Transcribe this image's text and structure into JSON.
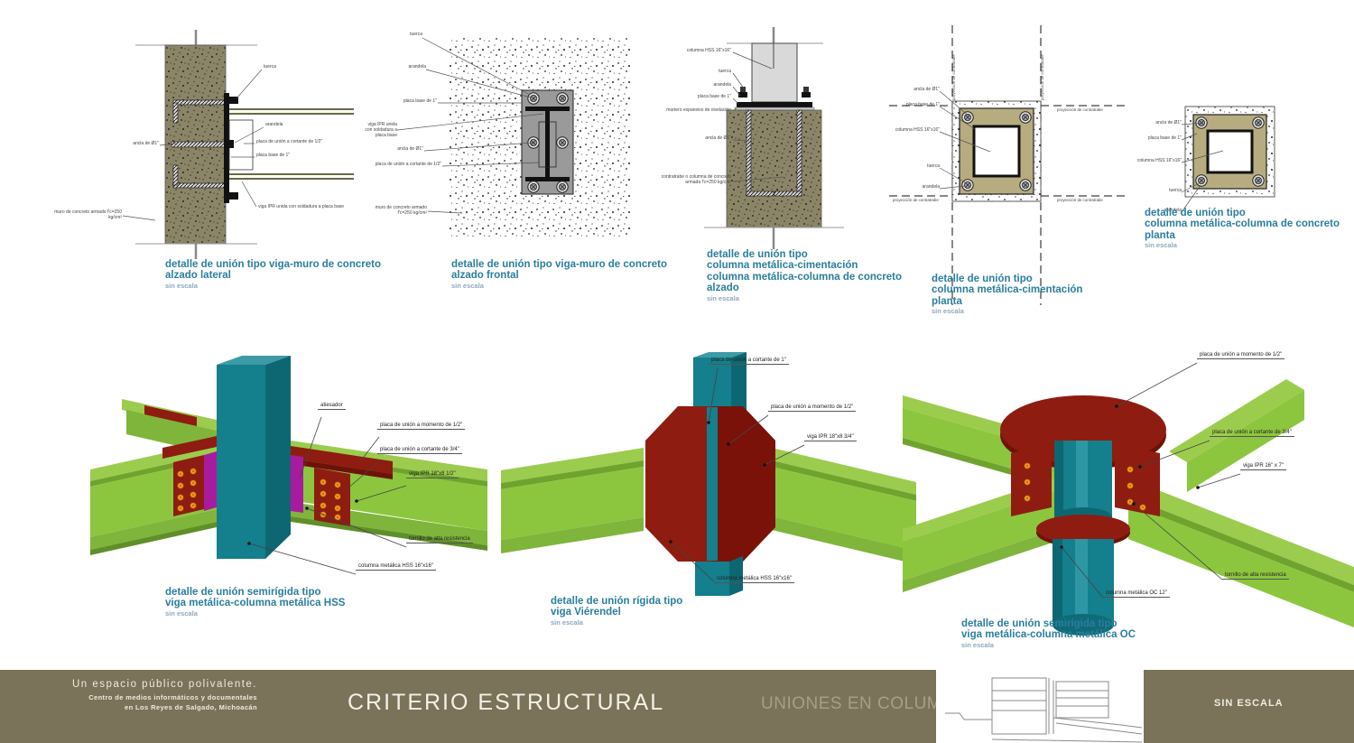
{
  "sheet": {
    "titles": {
      "d1": {
        "lines": [
          "detalle de unión tipo viga-muro de concreto",
          "alzado lateral"
        ],
        "scale": "sin escala"
      },
      "d2": {
        "lines": [
          "detalle de unión tipo viga-muro de concreto",
          "alzado frontal"
        ],
        "scale": "sin escala"
      },
      "d3": {
        "lines": [
          "detalle de unión tipo",
          "columna metálica-cimentación",
          "columna metálica-columna de concreto",
          "alzado"
        ],
        "scale": "sin escala"
      },
      "d4": {
        "lines": [
          "detalle de unión tipo",
          "columna metálica-cimentación",
          "planta"
        ],
        "scale": "sin escala"
      },
      "d5": {
        "lines": [
          "detalle de unión tipo",
          "columna metálica-columna de concreto",
          "planta"
        ],
        "scale": "sin escala"
      },
      "d6": {
        "lines": [
          "detalle de unión semirígida tipo",
          "viga metálica-columna metálica HSS"
        ],
        "scale": "sin escala"
      },
      "d7": {
        "lines": [
          "detalle de unión rígida tipo",
          "viga Viérendel"
        ],
        "scale": "sin escala"
      },
      "d8": {
        "lines": [
          "detalle de unión semirígida tipo",
          "viga metálica-columna metálica OC"
        ],
        "scale": "sin escala"
      }
    },
    "labels": {
      "d1": [
        "tuerca",
        "arandela",
        "placa de unión a cortante de 1/2\"",
        "placa base de 1\"",
        "ancla de Ø1\"",
        "viga IPR unida con soldadura a placa base",
        "muro de concreto armado f'c=250 kg/cm²"
      ],
      "d2": [
        "tuerca",
        "arandela",
        "placa base de 1\"",
        "viga IPR unida con soldadura a placa base",
        "ancla de Ø1\"",
        "placa de unión a cortante de 1/2\"",
        "muro de concreto armado f'c=250 kg/cm²"
      ],
      "d3": [
        "columna HSS 16\"x16\"",
        "tuerca",
        "arandela",
        "placa base de 1\"",
        "mortero expansivo de nivelación",
        "ancla de Ø1\"",
        "contratrabe o columna de concreto armada f'c=250 kg/cm²"
      ],
      "d4": [
        "ancla de Ø1\"",
        "placa base de 1\"",
        "columna HSS 16\"x16\"",
        "tuerca",
        "arandela"
      ],
      "d5": [
        "ancla de Ø1\"",
        "placa base de 1\"",
        "columna HSS 16\"x16\"",
        "tuerca",
        "arandela"
      ],
      "d6": [
        "atiesador",
        "placa de unión a momento de 1/2\"",
        "placa de unión a cortante de 3/4\"",
        "viga IPR 18\"x8 1/2\"",
        "tornillo de alta resistencia",
        "columna metálica HSS 16\"x16\""
      ],
      "d7": [
        "placa de unión a cortante de 1\"",
        "placa de unión a momento de 1/2\"",
        "viga IPR 18\"x8 3/4\"",
        "columna metálica HSS 16\"x16\""
      ],
      "d8": [
        "placa de unión a momento de 1/2\"",
        "placa de unión a cortante de 3/4\"",
        "viga IPR 16\" x 7\"",
        "tornillo de alta resistencia",
        "columna metálica OC 12\""
      ],
      "projection": "proyección de contratrabe"
    }
  },
  "footer": {
    "tagline": "Un espacio público polivalente.",
    "center_1": "Centro de medios informáticos y documentales",
    "center_2": "en Los Reyes de Salgado, Michoacán",
    "sheet_title": "CRITERIO ESTRUCTURAL",
    "section_title": "UNIONES EN COLUMNAS",
    "scale_label": "SIN ESCALA"
  },
  "colors": {
    "title_accent": "#2A7E9C",
    "footer_bg": "#7A7259",
    "column_teal": "#147F8D",
    "beam_green": "#8CC63E",
    "plate_red": "#8E1C10",
    "stiffener_magenta": "#A81B9F",
    "bolt_orange": "#F7941D",
    "concrete_olive": "#8B8568",
    "plate_tan": "#B7AC80"
  }
}
